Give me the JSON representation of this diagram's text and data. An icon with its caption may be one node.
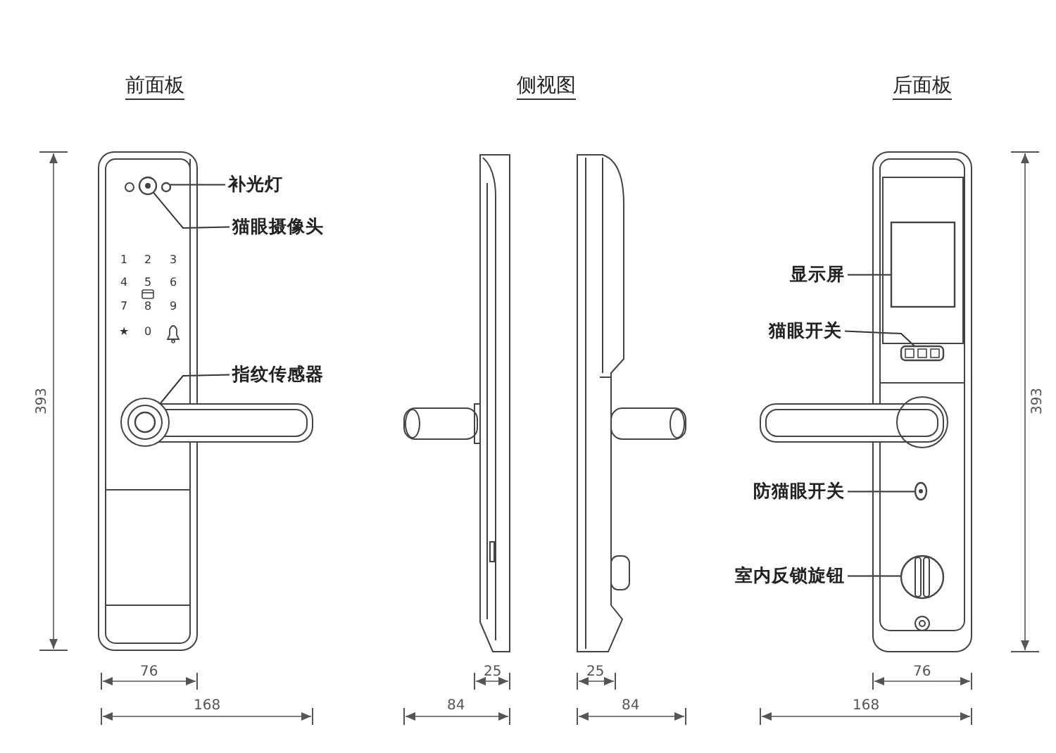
{
  "diagram": {
    "nodes": [
      {
        "text": [
          "补光灯"
        ]
      },
      {
        "text": [],
        "shape": "circle"
      },
      {
        "text": [
          "猫眼摄像头"
        ]
      },
      {
        "text": [],
        "shape": "circle"
      },
      {
        "text": [
          "指纹传感器"
        ]
      },
      {
        "text": [],
        "shape": "circle"
      },
      {
        "text": [
          "显示屏"
        ]
      },
      {
        "text": [],
        "shape": "box"
      },
      {
        "text": [
          "猫眼开关"
        ]
      },
      {
        "text": [],
        "shape": "box"
      },
      {
        "text": [
          "防猫眼开关"
        ]
      },
      {
        "text": [],
        "shape": "circle"
      },
      {
        "text": [
          "室内反锁旋钮"
        ]
      },
      {
        "text": [],
        "shape": "circle"
      }
    ],
    "edges": [
      {
        "from": 0,
        "to": 1,
        "arrow": "none"
      },
      {
        "from": 2,
        "to": 3,
        "arrow": "none"
      },
      {
        "from": 4,
        "to": 5,
        "arrow": "none"
      },
      {
        "from": 6,
        "to": 7,
        "arrow": "none"
      },
      {
        "from": 8,
        "to": 9,
        "arrow": "none"
      },
      {
        "from": 10,
        "to": 11,
        "arrow": "none"
      },
      {
        "from": 12,
        "to": 13,
        "arrow": "none"
      }
    ],
    "labels": [
      "前面板",
      "侧视图",
      "后面板",
      "1",
      "2",
      "3",
      "4",
      "5",
      "6",
      "7",
      "8",
      "9",
      "★",
      "0",
      "393",
      "76",
      "168",
      "25",
      "84",
      "25",
      "84",
      "393",
      "76",
      "168"
    ]
  }
}
